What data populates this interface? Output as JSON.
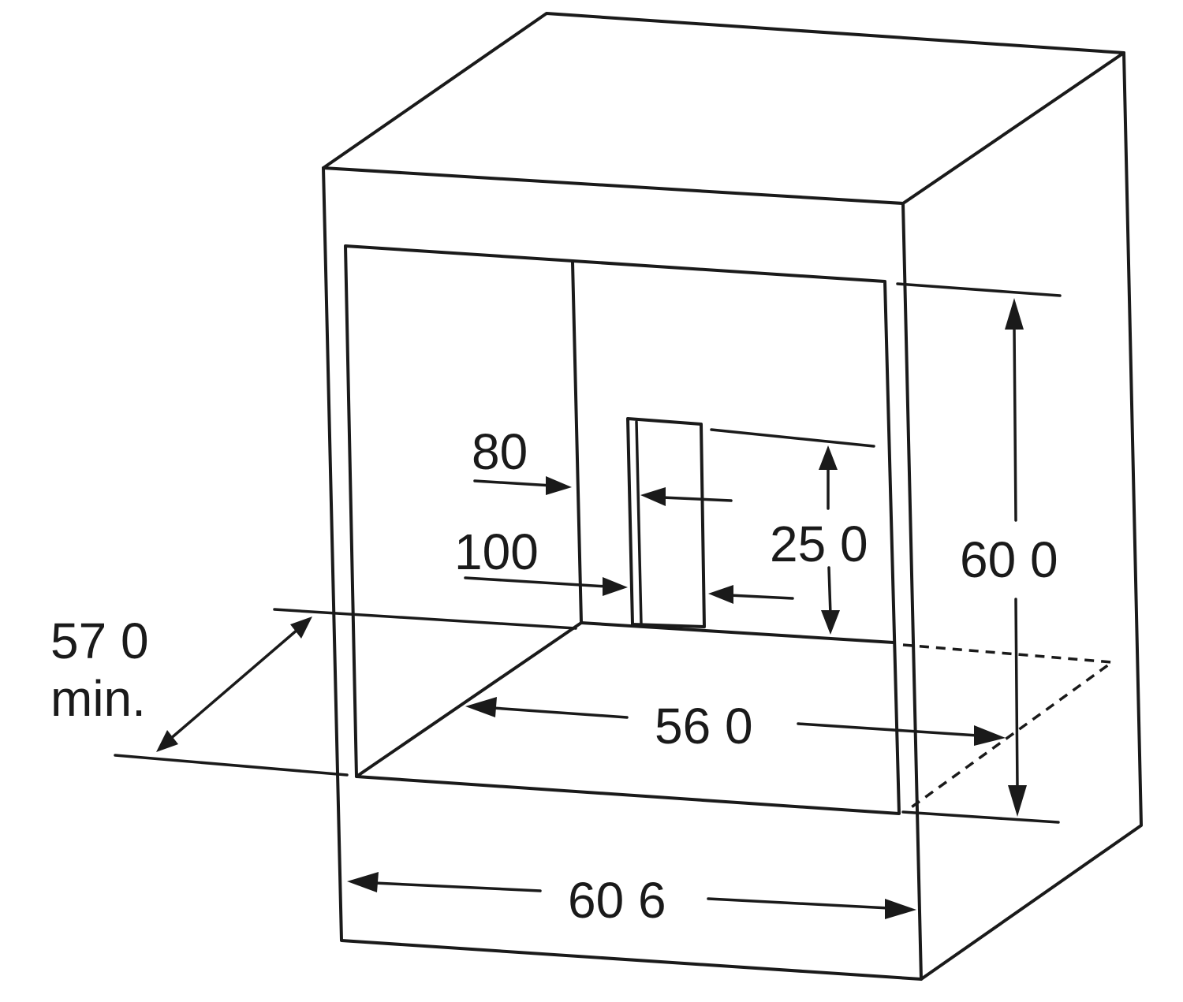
{
  "dimensions": {
    "depth_value": "57 0",
    "depth_note": "min.",
    "cutout_offset_top": "80",
    "cutout_offset_bottom": "100",
    "vent_height": "25 0",
    "niche_height": "60  0",
    "niche_width": "56 0",
    "cabinet_width": "60 6"
  },
  "colors": {
    "line": "#1a1a1a",
    "background": "#ffffff"
  }
}
